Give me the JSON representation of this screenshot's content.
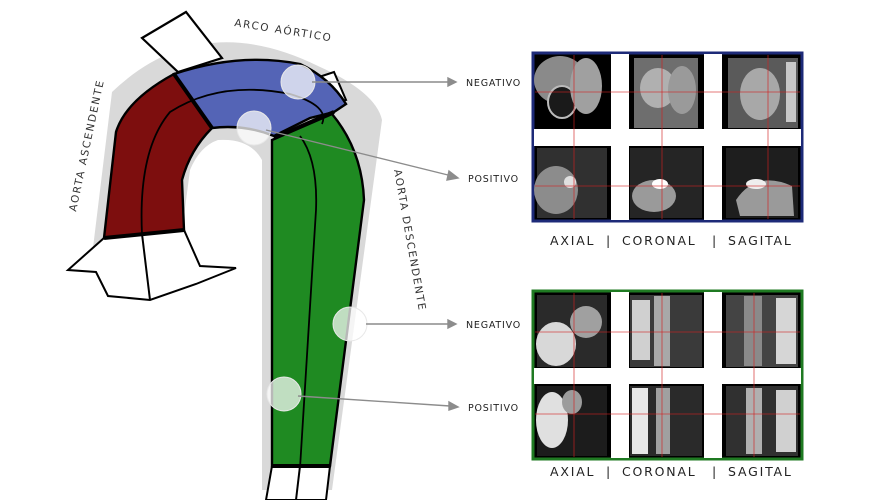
{
  "diagram": {
    "labels": {
      "ascending": "AORTA ASCENDENTE",
      "arch": "ARCO AÓRTICO",
      "descending": "AORTA DESCENDENTE"
    },
    "colors": {
      "ascending": "#7d0e0e",
      "arch": "#5464b6",
      "descending": "#1f8a22",
      "halo": "#d6d6d6",
      "outline": "#000000",
      "callout_line": "#8c8c8c",
      "panel_top_border": "#1d2a78",
      "panel_bottom_border": "#1f7a22"
    },
    "callouts": [
      {
        "id": "arch-negative",
        "label": "NEGATIVO"
      },
      {
        "id": "arch-positive",
        "label": "POSITIVO"
      },
      {
        "id": "desc-negative",
        "label": "NEGATIVO"
      },
      {
        "id": "desc-positive",
        "label": "POSITIVO"
      }
    ]
  },
  "panels": {
    "top": {
      "views": [
        "AXIAL",
        "CORONAL",
        "SAGITAL"
      ],
      "separator": "|"
    },
    "bottom": {
      "views": [
        "AXIAL",
        "CORONAL",
        "SAGITAL"
      ],
      "separator": "|"
    }
  }
}
